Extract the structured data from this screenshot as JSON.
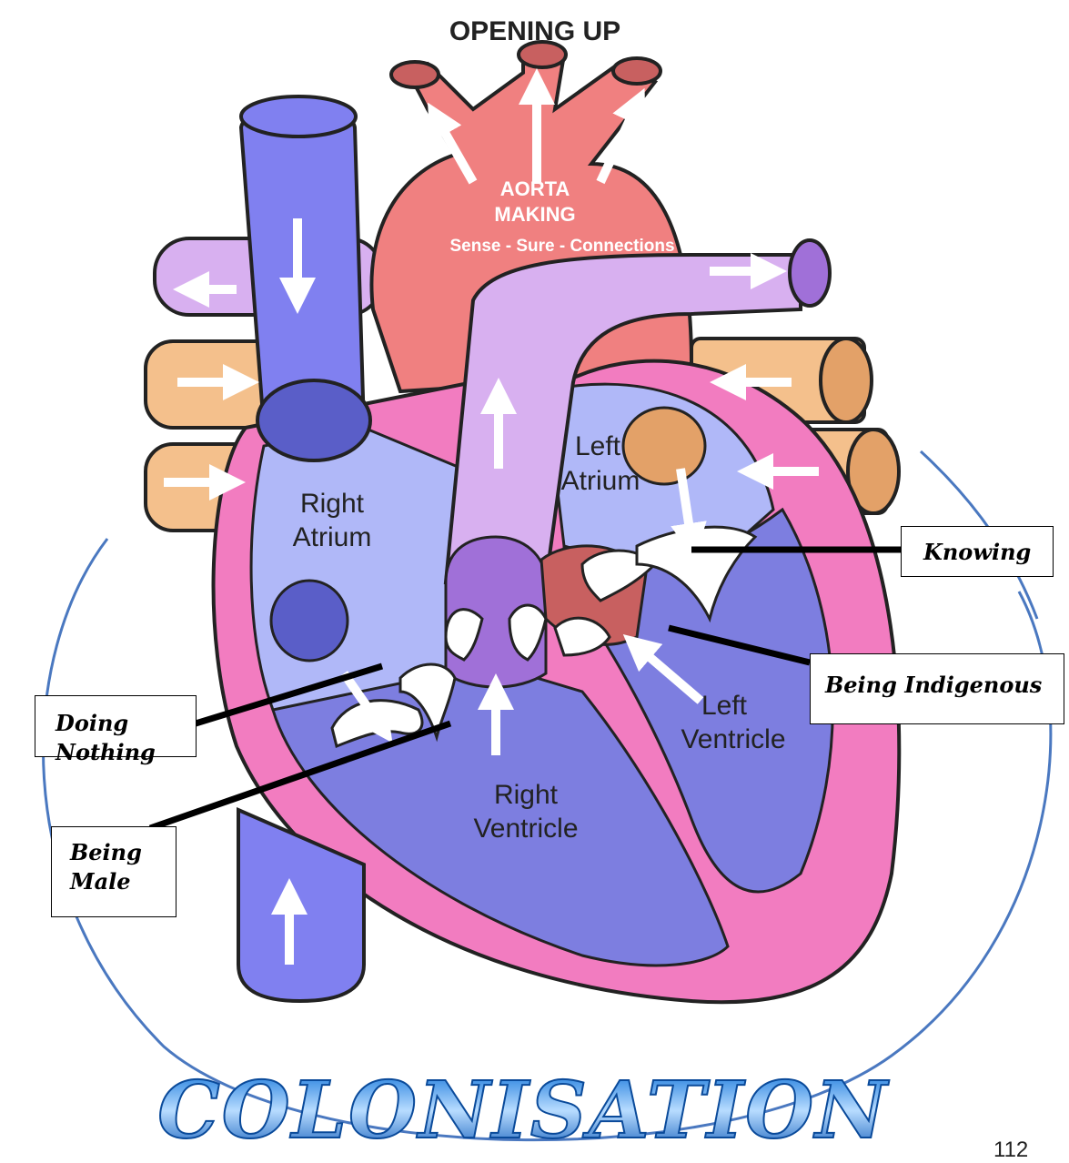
{
  "title": "OPENING UP",
  "aorta_label_1": "AORTA",
  "aorta_label_2": "MAKING",
  "aorta_label_3": "Sense - Sure - Connections",
  "chambers": {
    "right_atrium": [
      "Right",
      "Atrium"
    ],
    "left_atrium": [
      "Left",
      "Atrium"
    ],
    "right_ventricle": [
      "Right",
      "Ventricle"
    ],
    "left_ventricle": [
      "Left",
      "Ventricle"
    ]
  },
  "callouts": {
    "knowing": "Knowing",
    "being_indigenous": "Being Indigenous",
    "doing_nothing_1": "Doing",
    "doing_nothing_2": "Nothing",
    "being_male_1": "Being",
    "being_male_2": "Male"
  },
  "bottom_word": "COLONISATION",
  "page_number": "112",
  "colors": {
    "vein_blue": "#8080f0",
    "pulmonary_lilac": "#d8b0f0",
    "aorta_red": "#f08080",
    "pulmonary_vein_tan": "#f4c08c",
    "chamber_light": "#b0b8f8",
    "ventricle_blue": "#7d7ee0",
    "heart_wall_pink": "#f27cc0",
    "ellipse_blue": "#4a78c0",
    "colonisation_blue": "#1565c8"
  }
}
